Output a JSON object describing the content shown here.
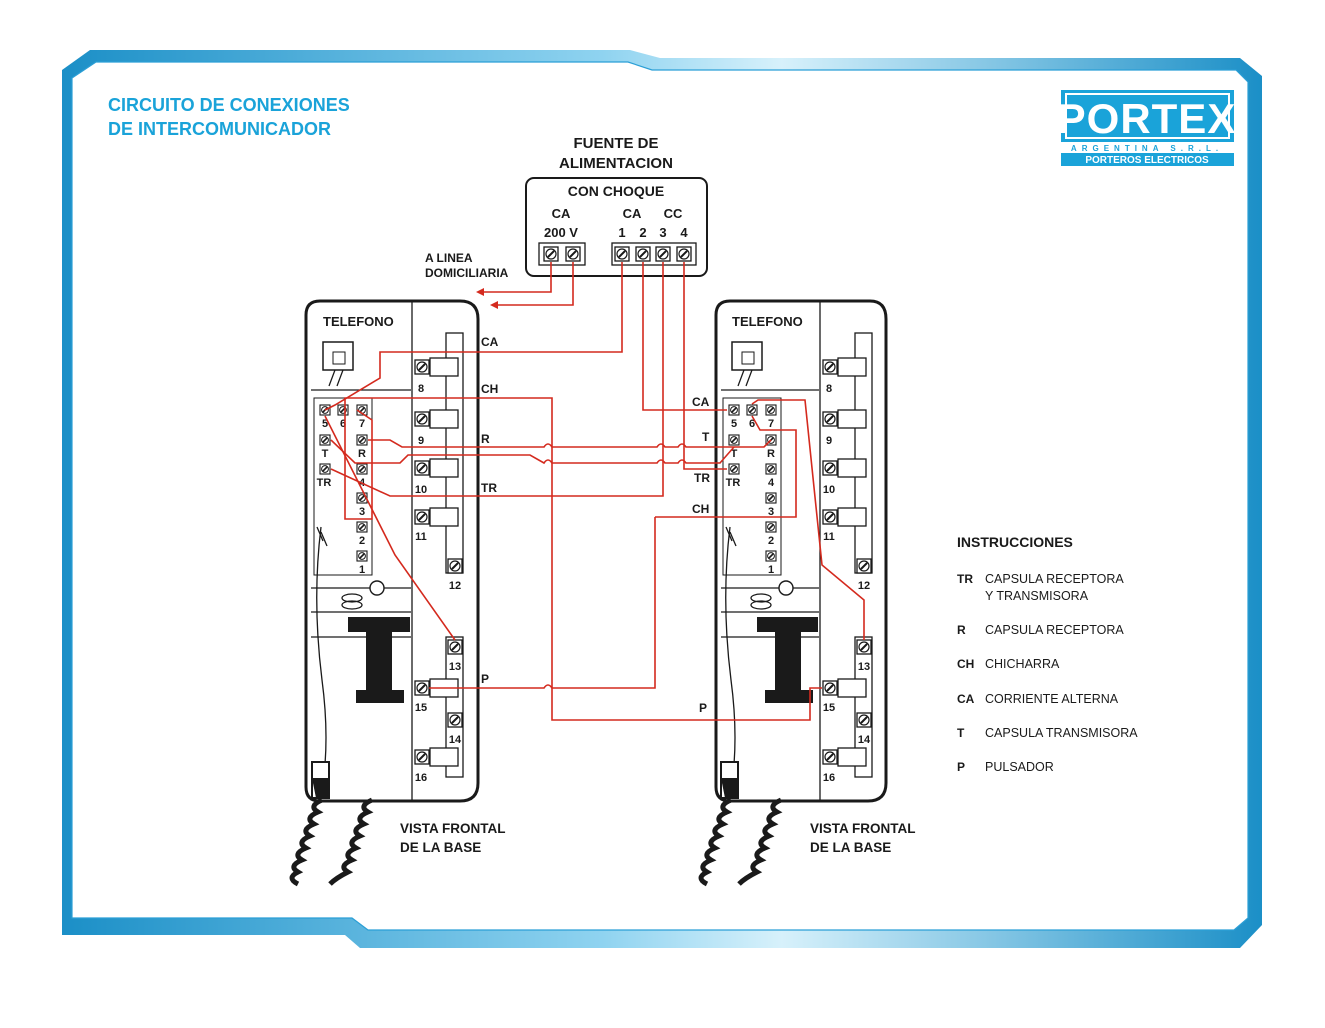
{
  "title": {
    "line1": "CIRCUITO DE CONEXIONES",
    "line2": "DE INTERCOMUNICADOR"
  },
  "logo": {
    "brand": "PORTEX",
    "sub": "ARGENTINA S.R.L.",
    "tagline": "PORTEROS ELECTRICOS"
  },
  "power_supply": {
    "heading1": "FUENTE DE",
    "heading2": "ALIMENTACION",
    "box_title": "CON CHOQUE",
    "ca_left": "CA",
    "voltage": "200 V",
    "ca_right": "CA",
    "cc": "CC",
    "t1": "1",
    "t2": "2",
    "t3": "3",
    "t4": "4"
  },
  "mains": {
    "line1": "A LINEA",
    "line2": "DOMICILIARIA"
  },
  "phone_left": {
    "label": "TELEFONO",
    "caption1": "VISTA FRONTAL",
    "caption2": "DE LA BASE",
    "wire_labels": {
      "ca": "CA",
      "ch": "CH",
      "r": "R",
      "tr": "TR",
      "p": "P"
    }
  },
  "phone_right": {
    "label": "TELEFONO",
    "caption1": "VISTA FRONTAL",
    "caption2": "DE LA BASE",
    "wire_labels": {
      "ca": "CA",
      "t": "T",
      "tr": "TR",
      "ch": "CH",
      "p": "P"
    }
  },
  "terminals": {
    "inner": [
      "5",
      "6",
      "7",
      "T",
      "R",
      "TR",
      "4",
      "3",
      "2",
      "1"
    ],
    "outer": [
      "8",
      "9",
      "10",
      "11",
      "12",
      "13",
      "15",
      "14",
      "16"
    ]
  },
  "instructions": {
    "heading": "INSTRUCCIONES",
    "items": [
      {
        "key": "TR",
        "line1": "CAPSULA RECEPTORA",
        "line2": "Y TRANSMISORA"
      },
      {
        "key": "R",
        "line1": "CAPSULA RECEPTORA",
        "line2": ""
      },
      {
        "key": "CH",
        "line1": "CHICHARRA",
        "line2": ""
      },
      {
        "key": "CA",
        "line1": "CORRIENTE ALTERNA",
        "line2": ""
      },
      {
        "key": "T",
        "line1": "CAPSULA TRANSMISORA",
        "line2": ""
      },
      {
        "key": "P",
        "line1": "PULSADOR",
        "line2": ""
      }
    ]
  },
  "colors": {
    "accent": "#1aa3d9",
    "wire": "#d42a1e",
    "ink": "#1a1a1a"
  }
}
